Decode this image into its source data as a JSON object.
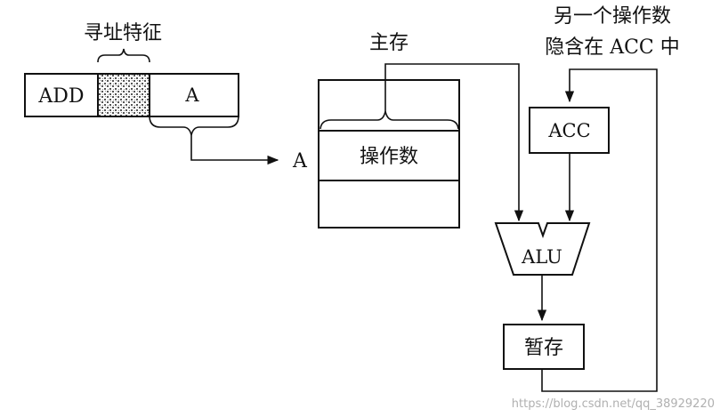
{
  "instruction": {
    "opcode": "ADD",
    "address_mode_label": "寻址特征",
    "address_field": "A"
  },
  "memory": {
    "title": "主存",
    "address_label": "A",
    "cell_label": "操作数"
  },
  "note": {
    "line1": "另一个操作数",
    "line2": "隐含在 ACC 中"
  },
  "acc": {
    "label": "ACC"
  },
  "alu": {
    "label": "ALU"
  },
  "temp": {
    "label": "暂存"
  },
  "watermark": "https://blog.csdn.net/qq_38929220"
}
